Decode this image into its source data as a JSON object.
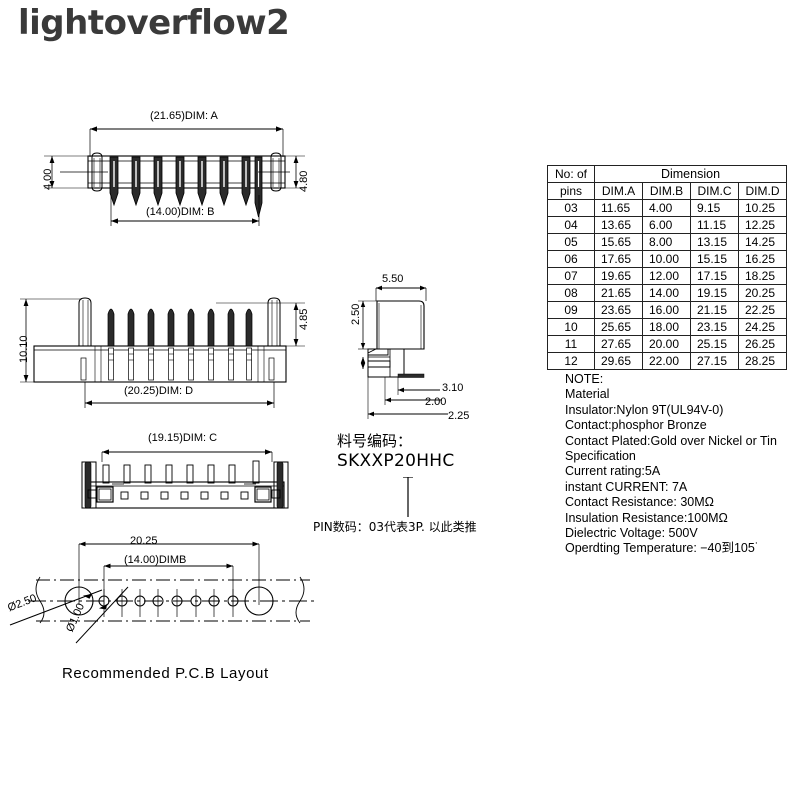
{
  "watermark": {
    "text": "lightoverflow2"
  },
  "drawings": {
    "top_view": {
      "name": "top-view",
      "dim_a": "(21.65)DIM: A",
      "dim_b": "(14.00)DIM: B",
      "height_left": "4.00",
      "height_right": "4.80",
      "pin_count": 8
    },
    "side_view": {
      "name": "side-view",
      "dim_d": "(20.25)DIM: D",
      "height_total": "10.10",
      "height_pin": "4.85",
      "pin_count": 8
    },
    "front_view": {
      "name": "front-view",
      "dim_c": "(19.15)DIM: C",
      "pin_count": 8
    },
    "section_detail": {
      "name": "section-detail",
      "width": "5.50",
      "height": "2.50",
      "offset_3": "3.10",
      "offset_2": "2.00",
      "offset_1": "2.25"
    },
    "pcb_layout": {
      "name": "pcb-layout",
      "caption": "Recommended P.C.B Layout",
      "overall": "20.25",
      "dim_b": "(14.00)DIMB",
      "hole_large": "Ø2.50",
      "hole_small": "Ø1.00",
      "pin_count": 8
    }
  },
  "part_number": {
    "label": "料号编码：",
    "code": "SKXXP20HHC",
    "note": "PIN数码：03代表3P. 以此类推"
  },
  "spec_table": {
    "header_col0_line1": "No: of",
    "header_col0_line2": "pins",
    "header_group": "Dimension",
    "columns": [
      "DIM.A",
      "DIM.B",
      "DIM.C",
      "DIM.D"
    ],
    "rows": [
      {
        "pins": "03",
        "a": "11.65",
        "b": "4.00",
        "c": "9.15",
        "d": "10.25"
      },
      {
        "pins": "04",
        "a": "13.65",
        "b": "6.00",
        "c": "11.15",
        "d": "12.25"
      },
      {
        "pins": "05",
        "a": "15.65",
        "b": "8.00",
        "c": "13.15",
        "d": "14.25"
      },
      {
        "pins": "06",
        "a": "17.65",
        "b": "10.00",
        "c": "15.15",
        "d": "16.25"
      },
      {
        "pins": "07",
        "a": "19.65",
        "b": "12.00",
        "c": "17.15",
        "d": "18.25"
      },
      {
        "pins": "08",
        "a": "21.65",
        "b": "14.00",
        "c": "19.15",
        "d": "20.25"
      },
      {
        "pins": "09",
        "a": "23.65",
        "b": "16.00",
        "c": "21.15",
        "d": "22.25"
      },
      {
        "pins": "10",
        "a": "25.65",
        "b": "18.00",
        "c": "23.15",
        "d": "24.25"
      },
      {
        "pins": "11",
        "a": "27.65",
        "b": "20.00",
        "c": "25.15",
        "d": "26.25"
      },
      {
        "pins": "12",
        "a": "29.65",
        "b": "22.00",
        "c": "27.15",
        "d": "28.25"
      }
    ]
  },
  "notes": {
    "lines": [
      "NOTE:",
      "Material",
      "Insulator:Nylon 9T(UL94V-0)",
      "Contact:phosphor Bronze",
      "Contact Plated:Gold over Nickel or Tin",
      "Specification",
      "Current rating:5A",
      "instant CURRENT: 7A",
      "Contact Resistance: 30MΩ",
      "Insulation Resistance:100MΩ",
      "Dielectric Voltage: 500V",
      "Operdting Temperature: −40到105˙"
    ]
  }
}
